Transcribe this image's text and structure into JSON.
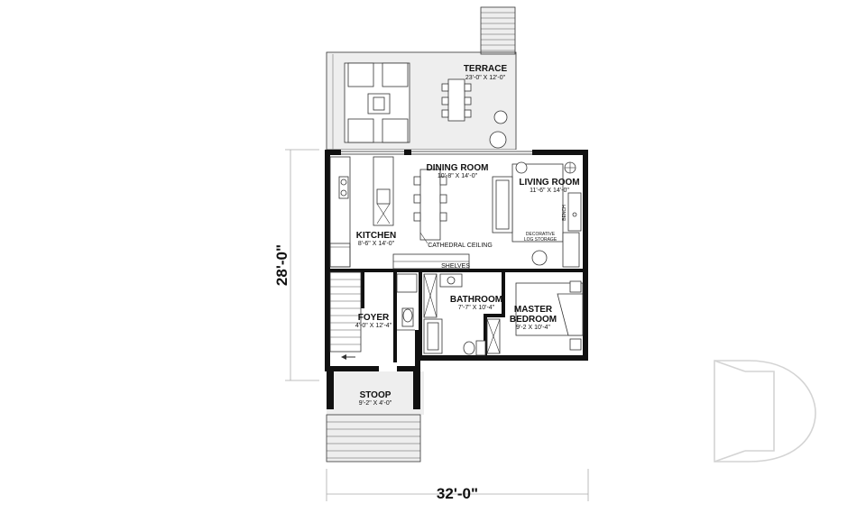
{
  "rooms": {
    "terrace": {
      "name": "TERRACE",
      "dim": "23'-0\" X 12'-0\""
    },
    "dining": {
      "name": "DINING ROOM",
      "dim": "10'-8\" X 14'-0\""
    },
    "living": {
      "name": "LIVING ROOM",
      "dim": "11'-6\" X 14'-0\""
    },
    "kitchen": {
      "name": "KITCHEN",
      "dim": "8'-6\" X 14'-0\""
    },
    "bathroom": {
      "name": "BATHROOM",
      "dim": "7'-7\" X 10'-4\""
    },
    "master": {
      "name1": "MASTER",
      "name2": "BEDROOM",
      "dim": "9'-2 X 10'-4\""
    },
    "foyer": {
      "name": "FOYER",
      "dim": "4'-0\" X 12'-4\""
    },
    "stoop": {
      "name": "STOOP",
      "dim": "9'-2\" X 4'-0\""
    }
  },
  "labels": {
    "cathedral": "CATHEDRAL CEILING",
    "shelves": "SHELVES",
    "bench": "BENCH",
    "decorative1": "DECORATIVE",
    "decorative2": "LOG STORAGE"
  },
  "dimensions": {
    "depth": "28'-0\"",
    "width": "32'-0\""
  }
}
